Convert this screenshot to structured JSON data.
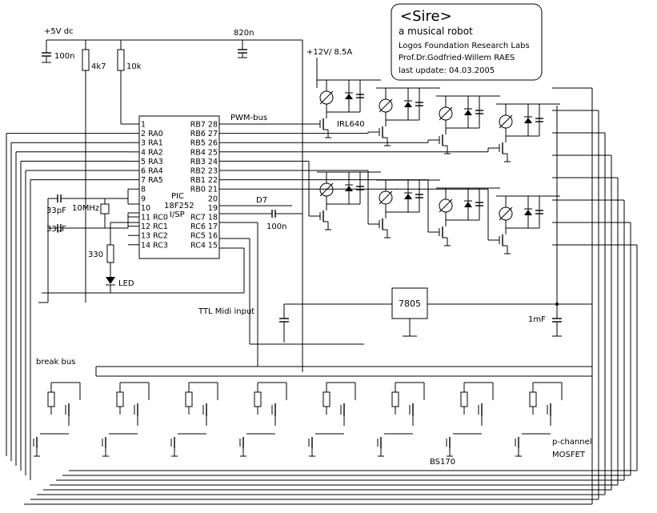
{
  "title_block": {
    "title": "<Sire>",
    "subtitle": "a musical robot",
    "org": "Logos Foundation Research Labs",
    "author": "Prof.Dr.Godfried-Willem RAES",
    "update": "last update: 04.03.2005"
  },
  "labels": {
    "v5": "+5V dc",
    "cap_100n_top": "100n",
    "res_4k7": "4k7",
    "res_10k": "10k",
    "cap_820n": "820n",
    "v12": "+12V/ 8.5A",
    "pwm_bus": "PWM-bus",
    "irl640": "IRL640",
    "d7": "D7",
    "cap_100n_mid": "100n",
    "cap_33pf_a": "33pF",
    "cap_33pf_b": "33pF",
    "xtal": "10MHz",
    "res_330": "330",
    "led": "LED",
    "ttl_midi": "TTL Midi input",
    "break_bus": "break bus",
    "reg": "7805",
    "cap_1mf": "1mF",
    "bs170": "BS170",
    "pchan1": "p-channel",
    "pchan2": "MOSFET",
    "pic1": "PIC",
    "pic2": "18F252",
    "pic3": "I/SP"
  },
  "pic_pins_left": [
    {
      "num": "1",
      "name": ""
    },
    {
      "num": "2",
      "name": "RA0"
    },
    {
      "num": "3",
      "name": "RA1"
    },
    {
      "num": "4",
      "name": "RA2"
    },
    {
      "num": "5",
      "name": "RA3"
    },
    {
      "num": "6",
      "name": "RA4"
    },
    {
      "num": "7",
      "name": "RA5"
    },
    {
      "num": "8",
      "name": ""
    },
    {
      "num": "9",
      "name": ""
    },
    {
      "num": "10",
      "name": ""
    },
    {
      "num": "11",
      "name": "RC0"
    },
    {
      "num": "12",
      "name": "RC1"
    },
    {
      "num": "13",
      "name": "RC2"
    },
    {
      "num": "14",
      "name": "RC3"
    }
  ],
  "pic_pins_right": [
    {
      "num": "28",
      "name": "RB7"
    },
    {
      "num": "27",
      "name": "RB6"
    },
    {
      "num": "26",
      "name": "RB5"
    },
    {
      "num": "25",
      "name": "RB4"
    },
    {
      "num": "24",
      "name": "RB3"
    },
    {
      "num": "23",
      "name": "RB2"
    },
    {
      "num": "22",
      "name": "RB1"
    },
    {
      "num": "21",
      "name": "RB0"
    },
    {
      "num": "20",
      "name": ""
    },
    {
      "num": "19",
      "name": ""
    },
    {
      "num": "18",
      "name": "RC7"
    },
    {
      "num": "17",
      "name": "RC6"
    },
    {
      "num": "16",
      "name": "RC5"
    },
    {
      "num": "15",
      "name": "RC4"
    }
  ]
}
